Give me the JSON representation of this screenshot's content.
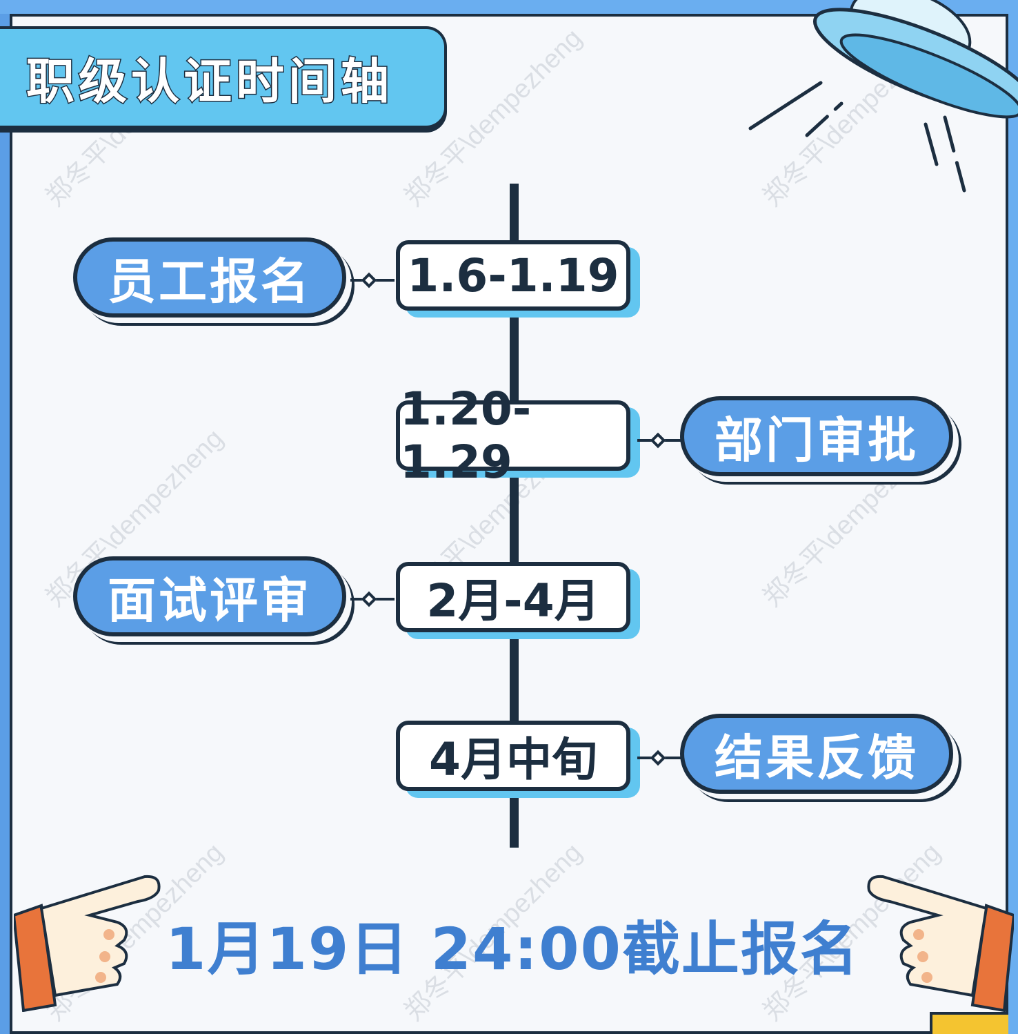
{
  "title": "职级认证时间轴",
  "timeline": [
    {
      "date": "1.6-1.19",
      "step": "员工报名",
      "side": "left"
    },
    {
      "date": "1.20-1.29",
      "step": "部门审批",
      "side": "right"
    },
    {
      "date": "2月-4月",
      "step": "面试评审",
      "side": "left"
    },
    {
      "date": "4月中旬",
      "step": "结果反馈",
      "side": "right"
    }
  ],
  "deadline": "1月19日 24:00截止报名",
  "watermark": "郑冬平\\dempezheng",
  "colors": {
    "background_blue": "#6aaef0",
    "pill_blue": "#5b9ee6",
    "title_cyan": "#62c6f0",
    "outline_dark": "#1c2e40",
    "deadline_blue": "#3f7fd0"
  }
}
